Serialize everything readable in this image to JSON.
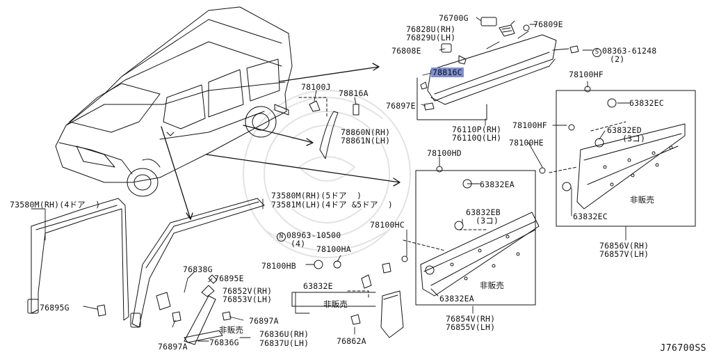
{
  "diagram_code": "J76700SS",
  "highlighted_part": "78816C",
  "labels": {
    "p76700G": "76700G",
    "p76828U": "76828U(RH)",
    "p76829U": "76829U(LH)",
    "p76809E": "76809E",
    "p76808E": "76808E",
    "bolt_circle": "S",
    "bolt_number": "08363-61248",
    "bolt_qty": "(2)",
    "p78816C": "78816C",
    "p78100J": "78100J",
    "p78816A": "78816A",
    "p76897E": "76897E",
    "p78100HF": "78100HF",
    "p63832EC_top": "63832EC",
    "p76110P": "76110P(RH)",
    "p76110Q": "76110Q(LH)",
    "p78860N": "78860N(RH)",
    "p78861N": "78861N(LH)",
    "p78100HF_2": "78100HF",
    "p63832ED": "63832ED",
    "p63832ED_qty": "(3コ)",
    "p78100HE": "78100HE",
    "p78100HD": "78100HD",
    "p63832EA_top": "63832EA",
    "hanbai_right": "非販売",
    "p63832EC_bottom": "63832EC",
    "p73580M_left": "73580M(RH)(4ドア  )",
    "p73580M_right": "73580M(RH)(5ドア  )",
    "p73581M_right": "73581M(LH)(4ドア &5ドア  )",
    "nut_circle": "N",
    "nut_number": "08963-10500",
    "nut_qty": "(4)",
    "p78100HC": "78100HC",
    "p63832EB": "63832EB",
    "p63832EB_qty": "(3コ)",
    "p76856V": "76856V(RH)",
    "p76857V": "76857V(LH)",
    "p78100HA": "78100HA",
    "p78100HB": "78100HB",
    "p76838G": "76838G",
    "p76895E": "76895E",
    "p76852V": "76852V(RH)",
    "p76853V": "76853V(LH)",
    "p63832E": "63832E",
    "hanbai_mid": "非販売",
    "hanbai_center": "非販売",
    "p63832EA_bottom": "63832EA",
    "p76895G": "76895G",
    "p76897A_right": "76897A",
    "hanbai_small": "非販売",
    "p76836U": "76836U(RH)",
    "p76837U": "76837U(LH)",
    "p76862A": "76862A",
    "p76854V": "76854V(RH)",
    "p76855V": "76855V(LH)",
    "p76897A_left": "76897A",
    "p76836G": "76836G"
  },
  "colors": {
    "line": "#111111",
    "highlight": "#7f8fd0",
    "watermark": "#d9d9d9"
  }
}
